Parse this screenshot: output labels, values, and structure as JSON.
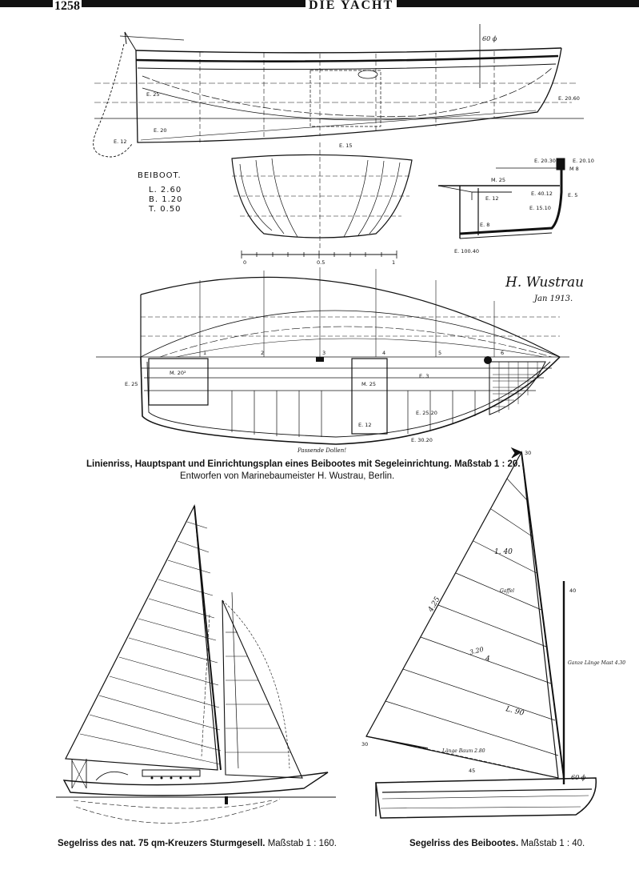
{
  "header": {
    "page_number": "1258",
    "running_head": "DIE YACHT"
  },
  "lines_plan": {
    "boat_name": "BEIBOOT.",
    "dims": [
      "L. 2.60",
      "B. 1.20",
      "T. 0.50"
    ],
    "scale_ticks": [
      "0",
      "0.5",
      "1"
    ],
    "signature": "H. Wustrau",
    "signature_date": "Jan 1913.",
    "station_numbers": [
      "1",
      "2",
      "3",
      "4",
      "5",
      "6"
    ],
    "labels": {
      "e60": "60 ϕ",
      "e2060": "E. 20.60",
      "e15": "E. 15",
      "e20": "E. 20",
      "e25": "E. 25",
      "e12": "E. 12",
      "m20": "M. 20²",
      "m25": "M. 25",
      "e3": "E. 3",
      "e2520": "E. 25.20",
      "dollen": "Passende Dollen!",
      "e2030": "E. 20.30",
      "e3020": "E. 30.20",
      "e2010": "E. 20.10",
      "m8": "M 8",
      "e1510": "E. 15.10",
      "e4012": "E. 40.12",
      "e5": "E. 5",
      "e10040": "E. 100.40",
      "e8": "E. 8"
    }
  },
  "captions": {
    "main": "Linienriss, Hauptspant und Einrichtungsplan eines Beibootes mit Segeleinrichtung.",
    "main_scale": "Maßstab 1 : 20.",
    "designer": "Entworfen von Marinebaumeister H. Wustrau, Berlin.",
    "cruiser": "Segelriss des nat. 75 qm-Kreuzers Sturmgesell.",
    "cruiser_scale": "Maßstab 1 : 160.",
    "dinghy": "Segelriss des Beibootes.",
    "dinghy_scale": "Maßstab 1 : 40."
  },
  "sail_dinghy_labels": {
    "l1": "1. 40",
    "l2": "L. 90",
    "l3": "3.20",
    "l4": "4",
    "l5": "4.25",
    "gaff": "Gaffel",
    "mast": "Ganze Länge Mast 4.30",
    "boom": "Länge Baum 2.80",
    "m40": "40",
    "m45": "45",
    "m30": "30",
    "m60": "60 ϕ",
    "top": "30"
  }
}
